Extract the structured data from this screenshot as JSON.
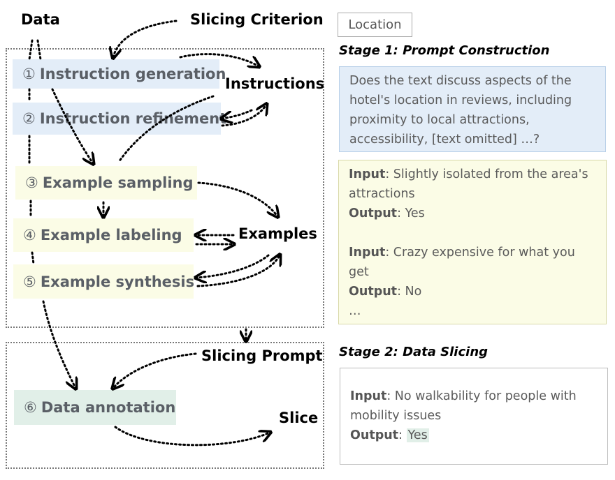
{
  "diagram": {
    "labels": {
      "data": "Data",
      "slicing_criterion": "Slicing Criterion",
      "instructions": "Instructions",
      "examples": "Examples",
      "slicing_prompt": "Slicing Prompt",
      "slice": "Slice"
    },
    "steps": [
      {
        "num": "①",
        "label": "Instruction generation"
      },
      {
        "num": "②",
        "label": "Instruction refinement"
      },
      {
        "num": "③",
        "label": "Example sampling"
      },
      {
        "num": "④",
        "label": "Example labeling"
      },
      {
        "num": "⑤",
        "label": "Example synthesis"
      },
      {
        "num": "⑥",
        "label": "Data annotation"
      }
    ]
  },
  "right": {
    "location_tag": "Location",
    "stage1_title": "Stage 1: Prompt Construction",
    "instruction_text": "Does the text discuss aspects of the hotel's location in reviews, including proximity to local attractions, accessibility, [text omitted] …?",
    "examples": [
      {
        "input_label": "Input",
        "input": ": Slightly isolated from the area's attractions",
        "output_label": "Output",
        "output": ": Yes"
      },
      {
        "input_label": "Input",
        "input": ": Crazy expensive for what you get",
        "output_label": "Output",
        "output": ": No"
      }
    ],
    "ellipsis": "…",
    "stage2_title": "Stage 2: Data Slicing",
    "slicing": {
      "input_label": "Input",
      "input": ": No walkability for people with mobility issues",
      "output_label": "Output",
      "output_sep": ": ",
      "output": "Yes"
    }
  }
}
